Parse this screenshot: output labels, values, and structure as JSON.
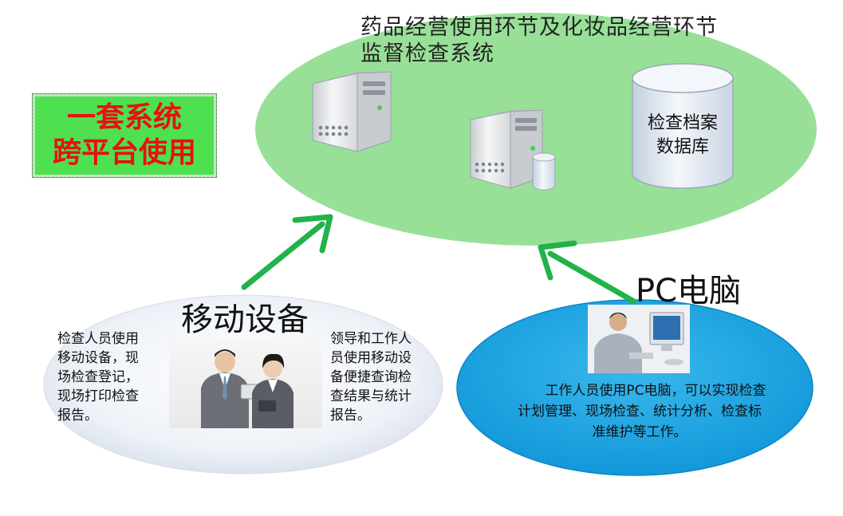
{
  "system": {
    "title_line1": "药品经营使用环节及化妆品经营环节",
    "title_line2": "监督检查系统",
    "database_line1": "检查档案",
    "database_line2": "数据库"
  },
  "slogan": {
    "line1": "一套系统",
    "line2": "跨平台使用"
  },
  "mobile": {
    "label": "移动设备",
    "left_text_lines": [
      "检查人员使用",
      "移动设备，现",
      "场检查登记，",
      "现场打印检查",
      "报告。"
    ],
    "right_text_lines": [
      "领导和工作人",
      "员使用移动设",
      "备便捷查询检",
      "查结果与统计",
      "报告。"
    ]
  },
  "pc": {
    "label": "PC电脑",
    "text_lines": [
      "工作人员使用PC电脑，可以实现检查",
      "计划管理、现场检查、统计分析、检查标",
      "准维护等工作。"
    ]
  },
  "colors": {
    "system_ellipse": "#98e098",
    "mobile_ellipse": "#e8edf6",
    "pc_ellipse": "#1aa7e6",
    "arrow": "#22b24a",
    "slogan_bg": "#4fe04f",
    "slogan_text": "#e81010"
  }
}
